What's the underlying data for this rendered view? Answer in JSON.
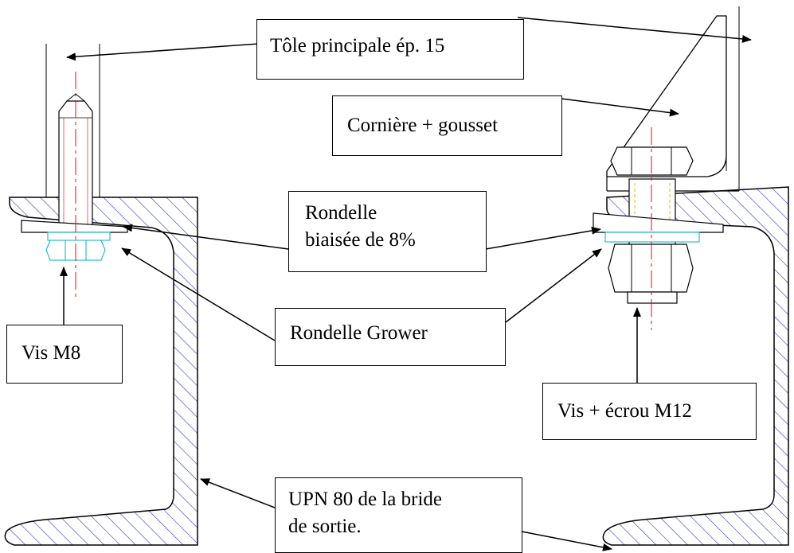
{
  "labels": {
    "tole_principale": "Tôle principale ép. 15",
    "corniere_gousset": "Cornière + gousset",
    "rondelle_biaisee_line1": "Rondelle",
    "rondelle_biaisee_line2": "biaisée de 8%",
    "rondelle_grower": "Rondelle Grower",
    "vis_m8": "Vis M8",
    "vis_ecrou_m12": "Vis + écrou M12",
    "upn_line1": "UPN 80 de la bride",
    "upn_line2": "de sortie."
  },
  "colors": {
    "outline": "#000000",
    "hatch": "#3333cc",
    "axis": "#ff0000",
    "grower_washer": "#00b0c8",
    "thread": "#d4c400"
  }
}
